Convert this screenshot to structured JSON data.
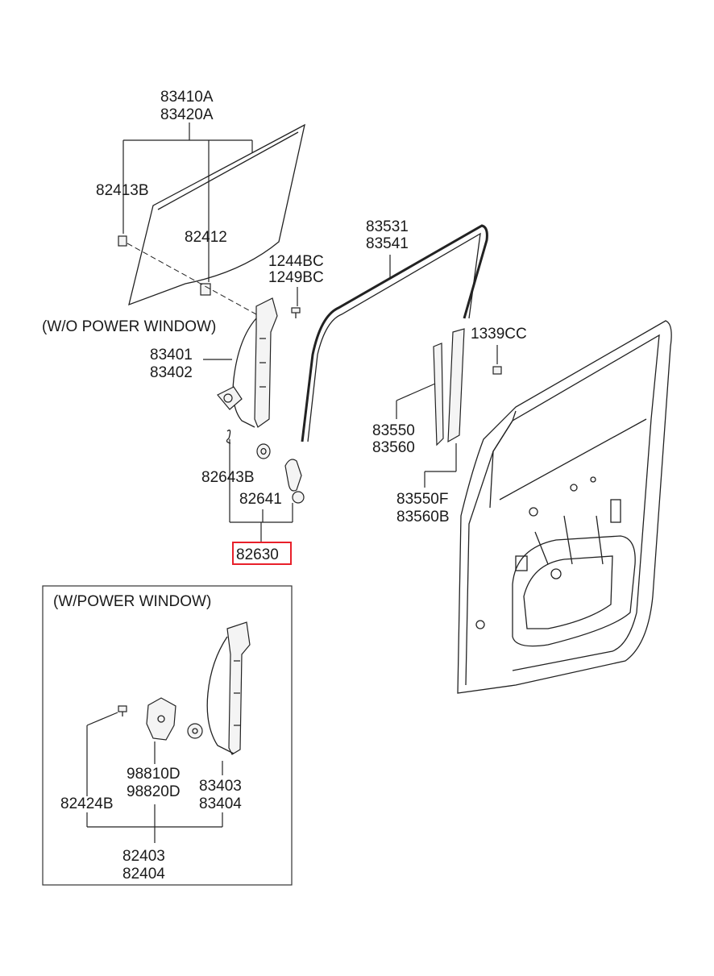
{
  "labels": {
    "glass_a": "83410A",
    "glass_b": "83420A",
    "p82413b": "82413B",
    "p82412": "82412",
    "bolt_a": "1244BC",
    "bolt_b": "1249BC",
    "wo_power": "(W/O POWER WINDOW)",
    "reg_a": "83401",
    "reg_b": "83402",
    "p82643b": "82643B",
    "p82641": "82641",
    "p82630": "82630",
    "run_a": "83531",
    "run_b": "83541",
    "nut": "1339CC",
    "chan_a": "83550",
    "chan_b": "83560",
    "chanf_a": "83550F",
    "chanf_b": "83560B",
    "w_power": "(W/POWER WINDOW)",
    "motor_a": "98810D",
    "motor_b": "98820D",
    "preg_a": "83403",
    "preg_b": "83404",
    "screw": "82424B",
    "assy_a": "82403",
    "assy_b": "82404"
  },
  "colors": {
    "highlight": "#e8202a",
    "line": "#222222"
  }
}
